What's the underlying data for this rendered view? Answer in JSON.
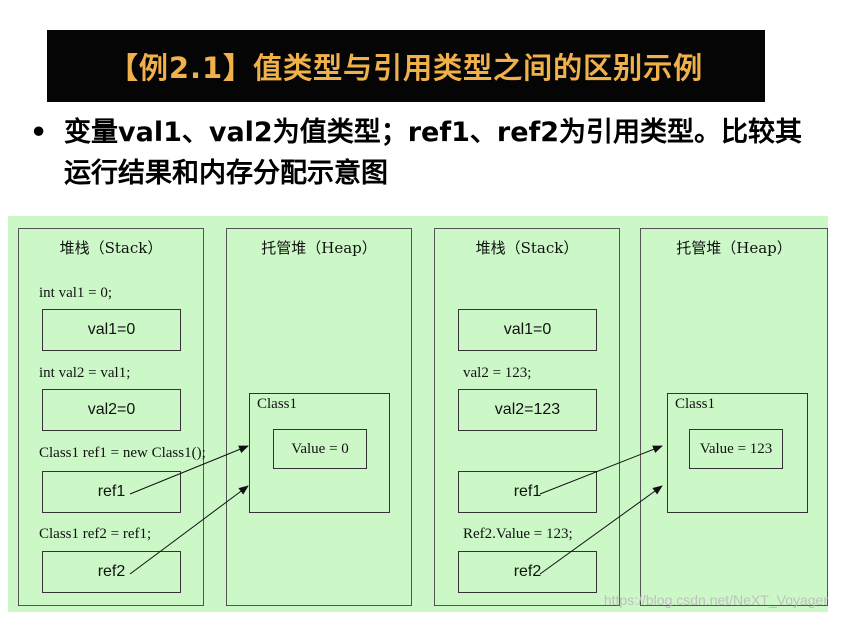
{
  "title": "【例2.1】值类型与引用类型之间的区别示例",
  "bullet": {
    "dot": "•",
    "text": "变量val1、val2为值类型；ref1、ref2为引用类型。比较其运行结果和内存分配示意图"
  },
  "diagram": {
    "left": {
      "stack": {
        "title": "堆栈（Stack）",
        "code1": "int val1 = 0;",
        "box1": "val1=0",
        "code2": "int val2 = val1;",
        "box2": "val2=0",
        "code3": "Class1 ref1 = new Class1();",
        "box3": "ref1",
        "code4": "Class1 ref2 = ref1;",
        "box4": "ref2"
      },
      "heap": {
        "title": "托管堆（Heap）",
        "object_label": "Class1",
        "value": "Value = 0"
      }
    },
    "right": {
      "stack": {
        "title": "堆栈（Stack）",
        "box1": "val1=0",
        "code2": "val2 = 123;",
        "box2": "val2=123",
        "box3": "ref1",
        "code4": "Ref2.Value = 123;",
        "box4": "ref2"
      },
      "heap": {
        "title": "托管堆（Heap）",
        "object_label": "Class1",
        "value": "Value =  123"
      }
    }
  },
  "watermark": "https://blog.csdn.net/NeXT_Voyager",
  "colors": {
    "title_bg": "#050505",
    "title_text": "#f0b04a",
    "diagram_bg": "#ccf8c8",
    "border": "#333333"
  }
}
